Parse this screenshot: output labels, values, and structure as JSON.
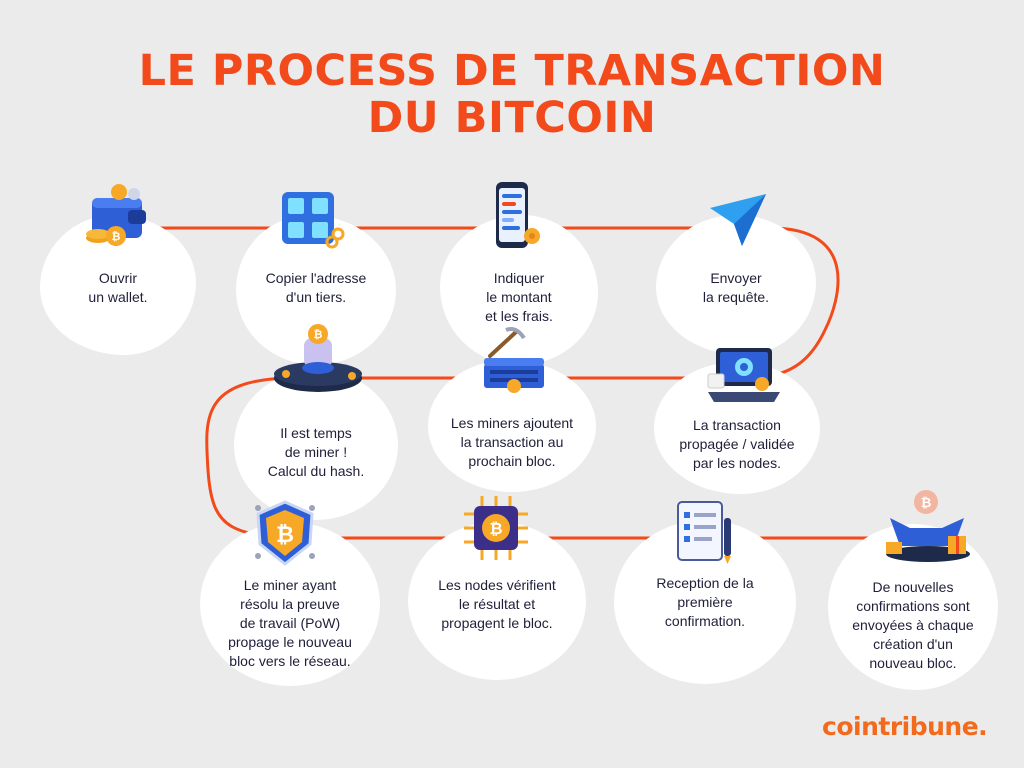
{
  "title": {
    "line1": "LE PROCESS DE TRANSACTION",
    "line2": "DU BITCOIN"
  },
  "colors": {
    "accent": "#f24a1b",
    "background": "#ebebeb",
    "bubble": "#ffffff",
    "text": "#1f1f3a",
    "bitcoin": "#f7a826",
    "icon_blue": "#2f6fe0"
  },
  "steps": [
    {
      "icon": "wallet-icon",
      "label": "Ouvrir\nun wallet."
    },
    {
      "icon": "qr-code-icon",
      "label": "Copier l'adresse\nd'un tiers."
    },
    {
      "icon": "smartphone-icon",
      "label": "Indiquer\nle montant\net les frais."
    },
    {
      "icon": "send-arrow-icon",
      "label": "Envoyer\nla requête."
    },
    {
      "icon": "laptop-icon",
      "label": "La transaction\npropagée / validée\npar les nodes."
    },
    {
      "icon": "mining-pickaxe-icon",
      "label": "Les miners ajoutent\nla transaction au\nprochain bloc."
    },
    {
      "icon": "hourglass-coin-icon",
      "label": "Il est temps\nde miner !\nCalcul du hash."
    },
    {
      "icon": "bitcoin-shield-icon",
      "label": "Le miner ayant\nrésolu la preuve\nde travail (PoW)\npropage le nouveau\nbloc vers le réseau."
    },
    {
      "icon": "bitcoin-chip-icon",
      "label": "Les nodes vérifient\nle résultat et\npropagent le bloc."
    },
    {
      "icon": "clipboard-icon",
      "label": "Reception de la\npremière\nconfirmation."
    },
    {
      "icon": "gift-box-icon",
      "label": "De nouvelles\nconfirmations sont\nenvoyées à chaque\ncréation d'un\nnouveau bloc."
    }
  ],
  "brand": {
    "name": "cointribune."
  }
}
